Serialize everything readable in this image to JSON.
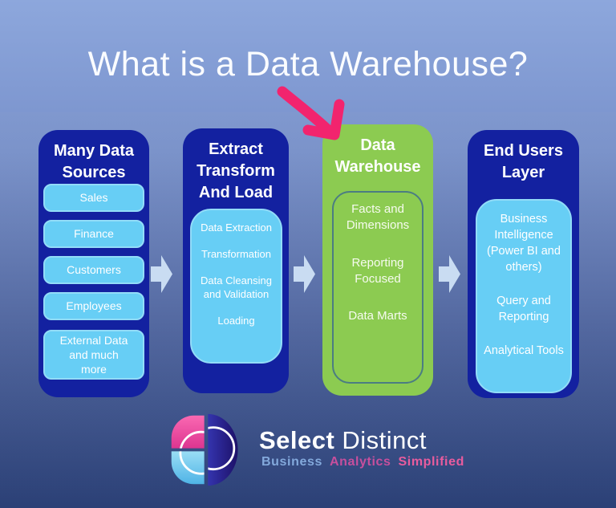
{
  "title": "What is a Data Warehouse?",
  "diagram": {
    "columns": [
      {
        "title": "Many Data Sources",
        "items": [
          "Sales",
          "Finance",
          "Customers",
          "Employees",
          "External Data and much more"
        ]
      },
      {
        "title": "Extract Transform And Load",
        "items": [
          "Data Extraction",
          "Transformation",
          "Data Cleansing and Validation",
          "Loading"
        ]
      },
      {
        "title": "Data Warehouse",
        "items": [
          "Facts and Dimensions",
          "Reporting Focused",
          "Data Marts"
        ]
      },
      {
        "title": "End Users Layer",
        "items": [
          "Business Intelligence (Power BI and others)",
          "Query and Reporting",
          "Analytical Tools"
        ]
      }
    ]
  },
  "footer": {
    "brand_primary": "Select",
    "brand_secondary": "Distinct",
    "tagline_words": [
      {
        "text": "Business",
        "color": "#83A9DC"
      },
      {
        "text": "Analytics",
        "color": "#C74F9D"
      },
      {
        "text": "Simplified",
        "color": "#E95C9E"
      }
    ]
  },
  "colors": {
    "background_top": "#8DA7DC",
    "background_bottom": "#2B4076",
    "column_dark_blue": "#1321A0",
    "item_light_blue": "#67CEF5",
    "item_border_blue": "#92DCF8",
    "warehouse_green": "#8CCB51",
    "warehouse_inner_outline": "#4B7D82",
    "flow_arrow_pale_blue": "#C9DCF2",
    "annotation_pink": "#F2246E",
    "text_white": "#FFFFFF"
  },
  "icons": {
    "flow_arrow": "right-block-arrow",
    "annotation_arrow": "hand-drawn-arrow-pointing-to-data-warehouse",
    "brand_logo": "select-distinct-circle-mark"
  }
}
